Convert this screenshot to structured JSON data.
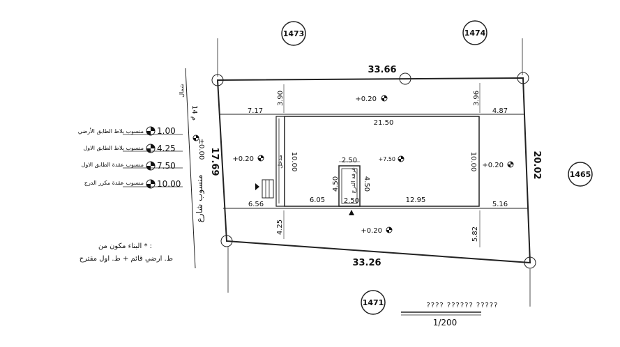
{
  "plots": {
    "north_left": "1473",
    "north_right": "1474",
    "east": "1465",
    "south": "1471"
  },
  "boundary": {
    "top": "33.66",
    "bottom": "33.26",
    "left": "17.69",
    "right": "20.02"
  },
  "dims": {
    "top_setback_left": "3.90",
    "top_setback_right": "3.96",
    "left_setback": "7.17",
    "right_setback": "4.87",
    "building_width": "21.50",
    "building_depth_left": "10.00",
    "building_depth_right": "10.00",
    "stair_width_top": "2.50",
    "stair_width_bottom": "2.50",
    "stair_depth_left": "4.50",
    "stair_depth_right": "4.50",
    "bottom_left_width": "6.56",
    "bottom_mid_width": "6.05",
    "bottom_right_width": "12.95",
    "bottom_right_setback": "5.16",
    "bottom_setback_left": "4.25",
    "bottom_setback_right": "5.82"
  },
  "elevations": {
    "top": "+0.20",
    "left": "+0.20",
    "center": "+7.50",
    "right": "+0.20",
    "bottom": "+0.20",
    "street": "±0.00"
  },
  "labels": {
    "stair_room": "غرفة الدرج",
    "entrance": "مدخل",
    "street": "منسوب شارع",
    "street_width": "14 م",
    "north": "شمال"
  },
  "legend": [
    {
      "value": "1.00",
      "text": "منسوب بلاط الطابق الأرضي"
    },
    {
      "value": "4.25",
      "text": "منسوب بلاط الطابق الاول"
    },
    {
      "value": "7.50",
      "text": "منسوب عقدة الطابق الاول"
    },
    {
      "value": "10.00",
      "text": "منسوب عقدة مكرر الدرج"
    }
  ],
  "notes": {
    "line1": "البناء مكون من * :",
    "line2": "ط. ارضي قائم + ط. اول مقترح"
  },
  "scale": {
    "title": "???? ?????? ?????",
    "ratio": "1/200"
  }
}
